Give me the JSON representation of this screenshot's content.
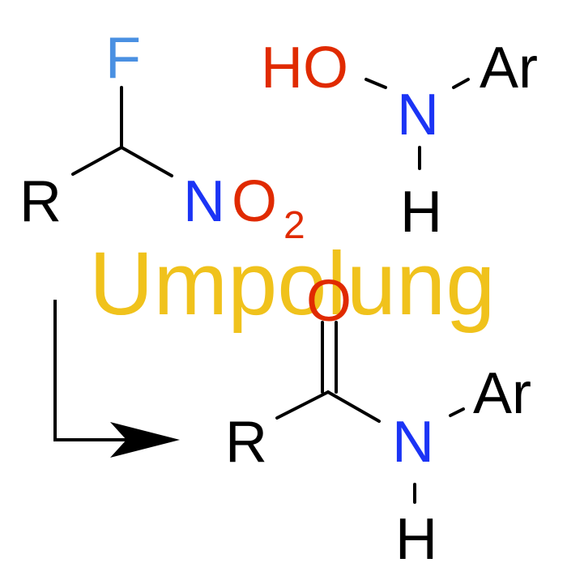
{
  "colors": {
    "black": "#000000",
    "fluorine": "#4a90e2",
    "oxygen": "#e02a00",
    "nitrogen": "#1b34f5",
    "banner": "#f0c21c"
  },
  "reactant": {
    "f_label": "F",
    "r_label": "R",
    "n_label": "N",
    "o_label": "O",
    "subscript": "2"
  },
  "hydroxylamine": {
    "ho_label": "HO",
    "n_label": "N",
    "ar_label": "Ar",
    "h_label": "H"
  },
  "banner": {
    "text": "Umpolung"
  },
  "product": {
    "o_label": "O",
    "r_label": "R",
    "n_label": "N",
    "ar_label": "Ar",
    "h_label": "H"
  }
}
